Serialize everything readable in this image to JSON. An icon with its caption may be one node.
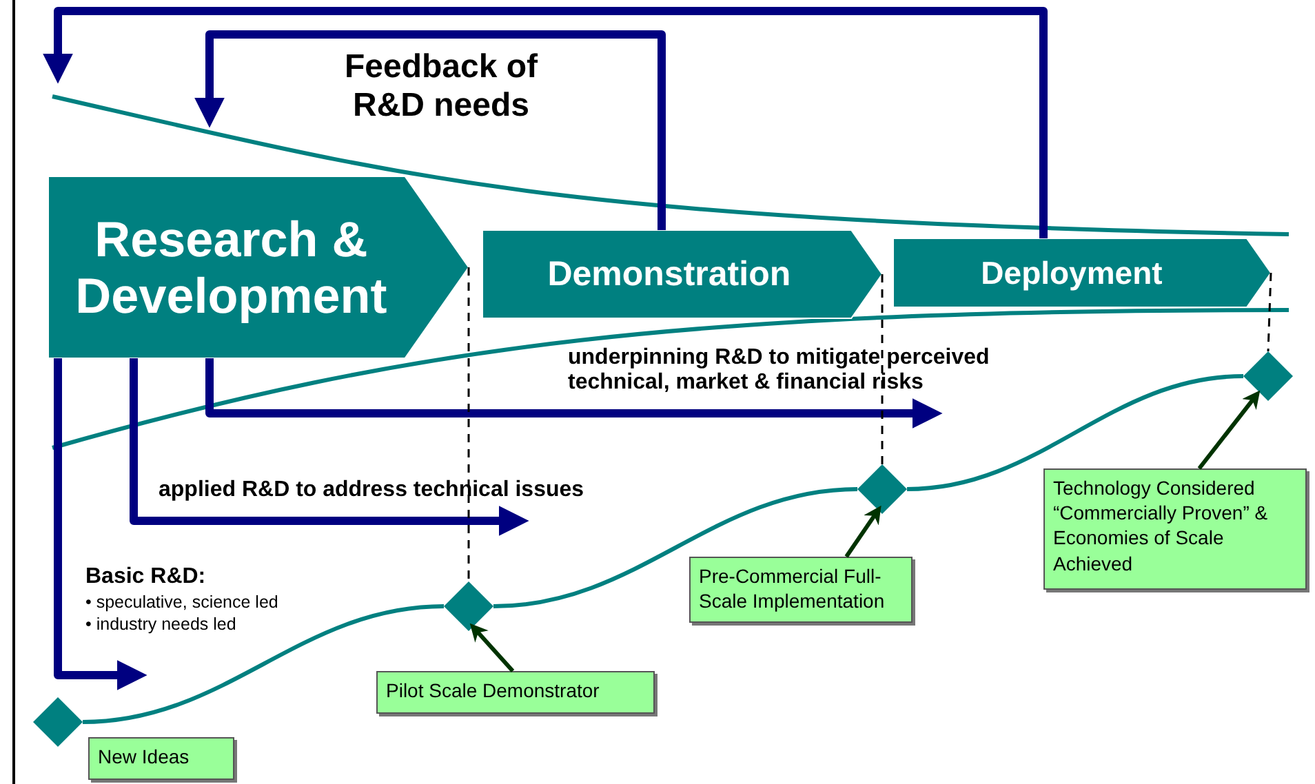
{
  "diagram": {
    "nodes": [
      {
        "text": [
          "Research & Development"
        ]
      },
      {
        "text": [
          "Demonstration"
        ]
      },
      {
        "text": [
          "Deployment"
        ]
      },
      {
        "text": [],
        "shape": "diamond"
      },
      {
        "text": [],
        "shape": "diamond"
      },
      {
        "text": [],
        "shape": "diamond"
      },
      {
        "text": [],
        "shape": "diamond"
      },
      {
        "text": [
          "New Ideas"
        ]
      },
      {
        "text": [
          "Pilot Scale Demonstrator"
        ]
      },
      {
        "text": [
          "Pre-Commercial Full-Scale Implementation"
        ]
      },
      {
        "text": [
          "Technology Considered “Commercially Proven” & Economies of Scale Achieved"
        ]
      }
    ],
    "edges": [
      {
        "from": 1,
        "to": null,
        "arrow": "to",
        "style": "thick"
      },
      {
        "from": 2,
        "to": null,
        "arrow": "to",
        "style": "thick"
      },
      {
        "from": 0,
        "to": null,
        "arrow": "to",
        "style": "thick",
        "label": "Basic R&D:"
      },
      {
        "from": 0,
        "to": null,
        "arrow": "to",
        "style": "thick",
        "label": "applied R&D to address technical issues"
      },
      {
        "from": 0,
        "to": null,
        "arrow": "to",
        "style": "thick",
        "label": "underpinning R&D to mitigate perceived technical, market & financial risks"
      },
      {
        "from": 0,
        "to": 4,
        "arrow": "none",
        "style": "dashed",
        "color": "#000000"
      },
      {
        "from": 1,
        "to": 5,
        "arrow": "none",
        "style": "dashed",
        "color": "#000000"
      },
      {
        "from": 2,
        "to": 6,
        "arrow": "none",
        "style": "dashed",
        "color": "#000000"
      },
      {
        "from": 3,
        "to": 4,
        "arrow": "none",
        "color": "#008080"
      },
      {
        "from": 4,
        "to": 5,
        "arrow": "none",
        "color": "#008080"
      },
      {
        "from": 5,
        "to": 6,
        "arrow": "none",
        "color": "#008080"
      },
      {
        "from": 8,
        "to": 4,
        "arrow": "to",
        "color": "#003300"
      },
      {
        "from": 9,
        "to": 5,
        "arrow": "to",
        "color": "#003300"
      },
      {
        "from": 10,
        "to": 6,
        "arrow": "to",
        "color": "#003300"
      }
    ],
    "labels": [
      "Feedback of R&D needs",
      "• speculative, science led",
      "• industry needs led"
    ]
  }
}
